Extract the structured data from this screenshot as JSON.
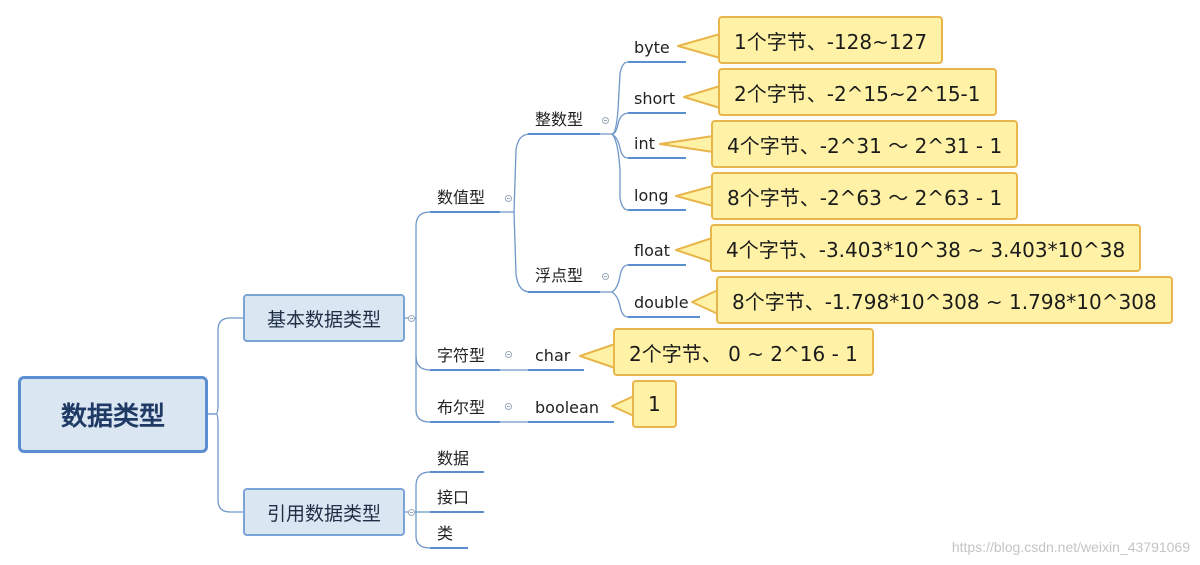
{
  "root": "数据类型",
  "basic": {
    "label": "基本数据类型",
    "numeric": {
      "label": "数值型",
      "integer": {
        "label": "整数型",
        "items": [
          {
            "name": "byte",
            "desc": "1个字节、-128~127"
          },
          {
            "name": "short",
            "desc": "2个字节、-2^15~2^15-1"
          },
          {
            "name": "int",
            "desc": "4个字节、-2^31 ～  2^31 - 1"
          },
          {
            "name": "long",
            "desc": "8个字节、-2^63 ～  2^63 - 1"
          }
        ]
      },
      "float": {
        "label": "浮点型",
        "items": [
          {
            "name": "float",
            "desc": "4个字节、-3.403*10^38  ~ 3.403*10^38"
          },
          {
            "name": "double",
            "desc": "8个字节、-1.798*10^308 ~ 1.798*10^308"
          }
        ]
      }
    },
    "char": {
      "label": "字符型",
      "name": "char",
      "desc": "2个字节、 0 ~ 2^16 - 1"
    },
    "bool": {
      "label": "布尔型",
      "name": "boolean",
      "desc": "1"
    }
  },
  "reference": {
    "label": "引用数据类型",
    "items": [
      "数据",
      "接口",
      "类"
    ]
  },
  "watermark": "https://blog.csdn.net/weixin_43791069"
}
